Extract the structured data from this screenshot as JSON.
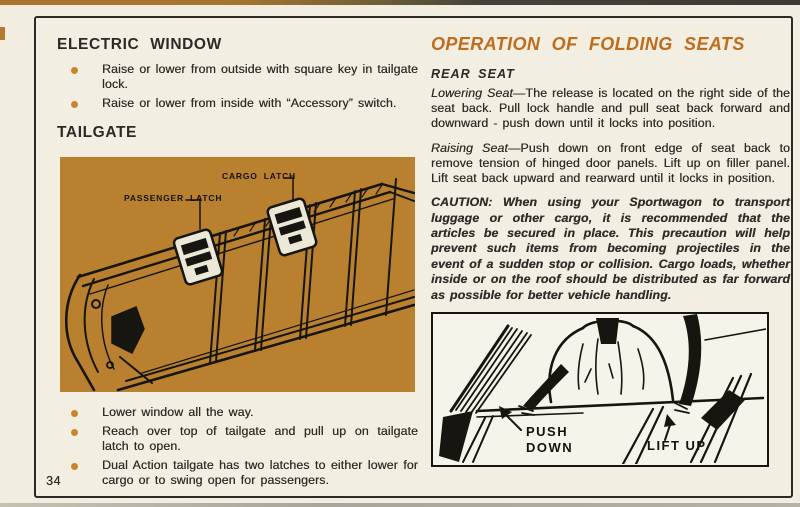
{
  "colors": {
    "paper": "#f1eee1",
    "ink": "#2f2d28",
    "accent_orange": "#bf6c1d",
    "bullet_orange": "#c6872b",
    "illustration_bg": "#b9812f"
  },
  "page_number": "34",
  "left_column": {
    "electric_window": {
      "heading": "ELECTRIC WINDOW",
      "bullets": [
        "Raise or lower from outside with square key in tailgate lock.",
        "Raise or lower from inside with “Accessory” switch."
      ]
    },
    "tailgate": {
      "heading": "TAILGATE",
      "diagram_labels": {
        "cargo_latch": "CARGO LATCH",
        "passenger_latch": "PASSENGER LATCH"
      },
      "bullets": [
        "Lower window all the way.",
        "Reach over top of tailgate and pull up on tailgate latch to open.",
        "Dual Action tailgate has two latches to either lower for cargo or to swing open for passengers."
      ]
    }
  },
  "right_column": {
    "heading": "OPERATION OF FOLDING SEATS",
    "subheading": "REAR SEAT",
    "paragraphs": [
      {
        "lead": "Lowering Seat",
        "body": "—The release is located on the right side of the seat back. Pull lock handle and pull seat back forward and downward - push down until it locks into position."
      },
      {
        "lead": "Raising Seat",
        "body": "—Push down on front edge of seat back to remove tension of hinged door panels. Lift up on filler panel. Lift seat back upward and rearward until it locks in position."
      },
      {
        "lead": "CAUTION:",
        "body": "  When using your Sportwagon to transport luggage or other cargo, it is recommended that the articles be secured in place. This precaution will help prevent such items from becoming projectiles in the event of a sudden stop or collision. Cargo loads, whether inside or on the roof should be distributed as far forward as possible for better vehicle handling."
      }
    ],
    "diagram_labels": {
      "push_down": "PUSH\nDOWN",
      "lift_up": "LIFT UP"
    }
  }
}
